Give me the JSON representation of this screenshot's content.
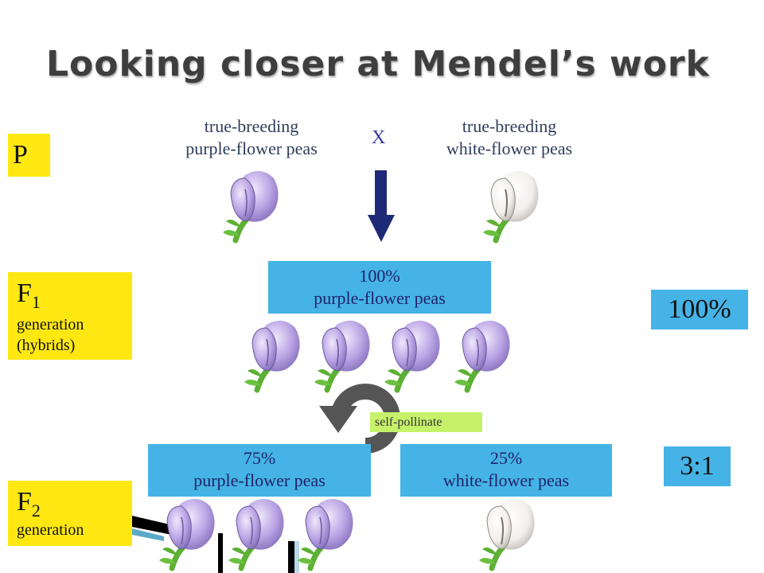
{
  "title": "Looking closer at Mendel’s work",
  "parents": {
    "left_line1": "true-breeding",
    "left_line2": "purple-flower peas",
    "cross": "X",
    "right_line1": "true-breeding",
    "right_line2": "white-flower peas"
  },
  "generations": {
    "p": "P",
    "f1_letter": "F",
    "f1_sub": "1",
    "f1_line1": "generation",
    "f1_line2": "(hybrids)",
    "f2_letter": "F",
    "f2_sub": "2",
    "f2_line1": "generation"
  },
  "f1_box": {
    "percent": "100%",
    "label": "purple-flower peas"
  },
  "f2_purple_box": {
    "percent": "75%",
    "label": "purple-flower peas"
  },
  "f2_white_box": {
    "percent": "25%",
    "label": "white-flower peas"
  },
  "self_pollinate": "self-pollinate",
  "ratios": {
    "f1": "100%",
    "f2": "3:1"
  },
  "colors": {
    "purple_flower": "#b9a3e4",
    "white_flower": "#f2efec",
    "stem": "#5cb033",
    "arrow": "#1e2a78",
    "cycle_arrow": "#555555",
    "blue_box": "#45b3e6",
    "yellow_box": "#ffe812",
    "selfpol_box": "#c6f26a"
  }
}
